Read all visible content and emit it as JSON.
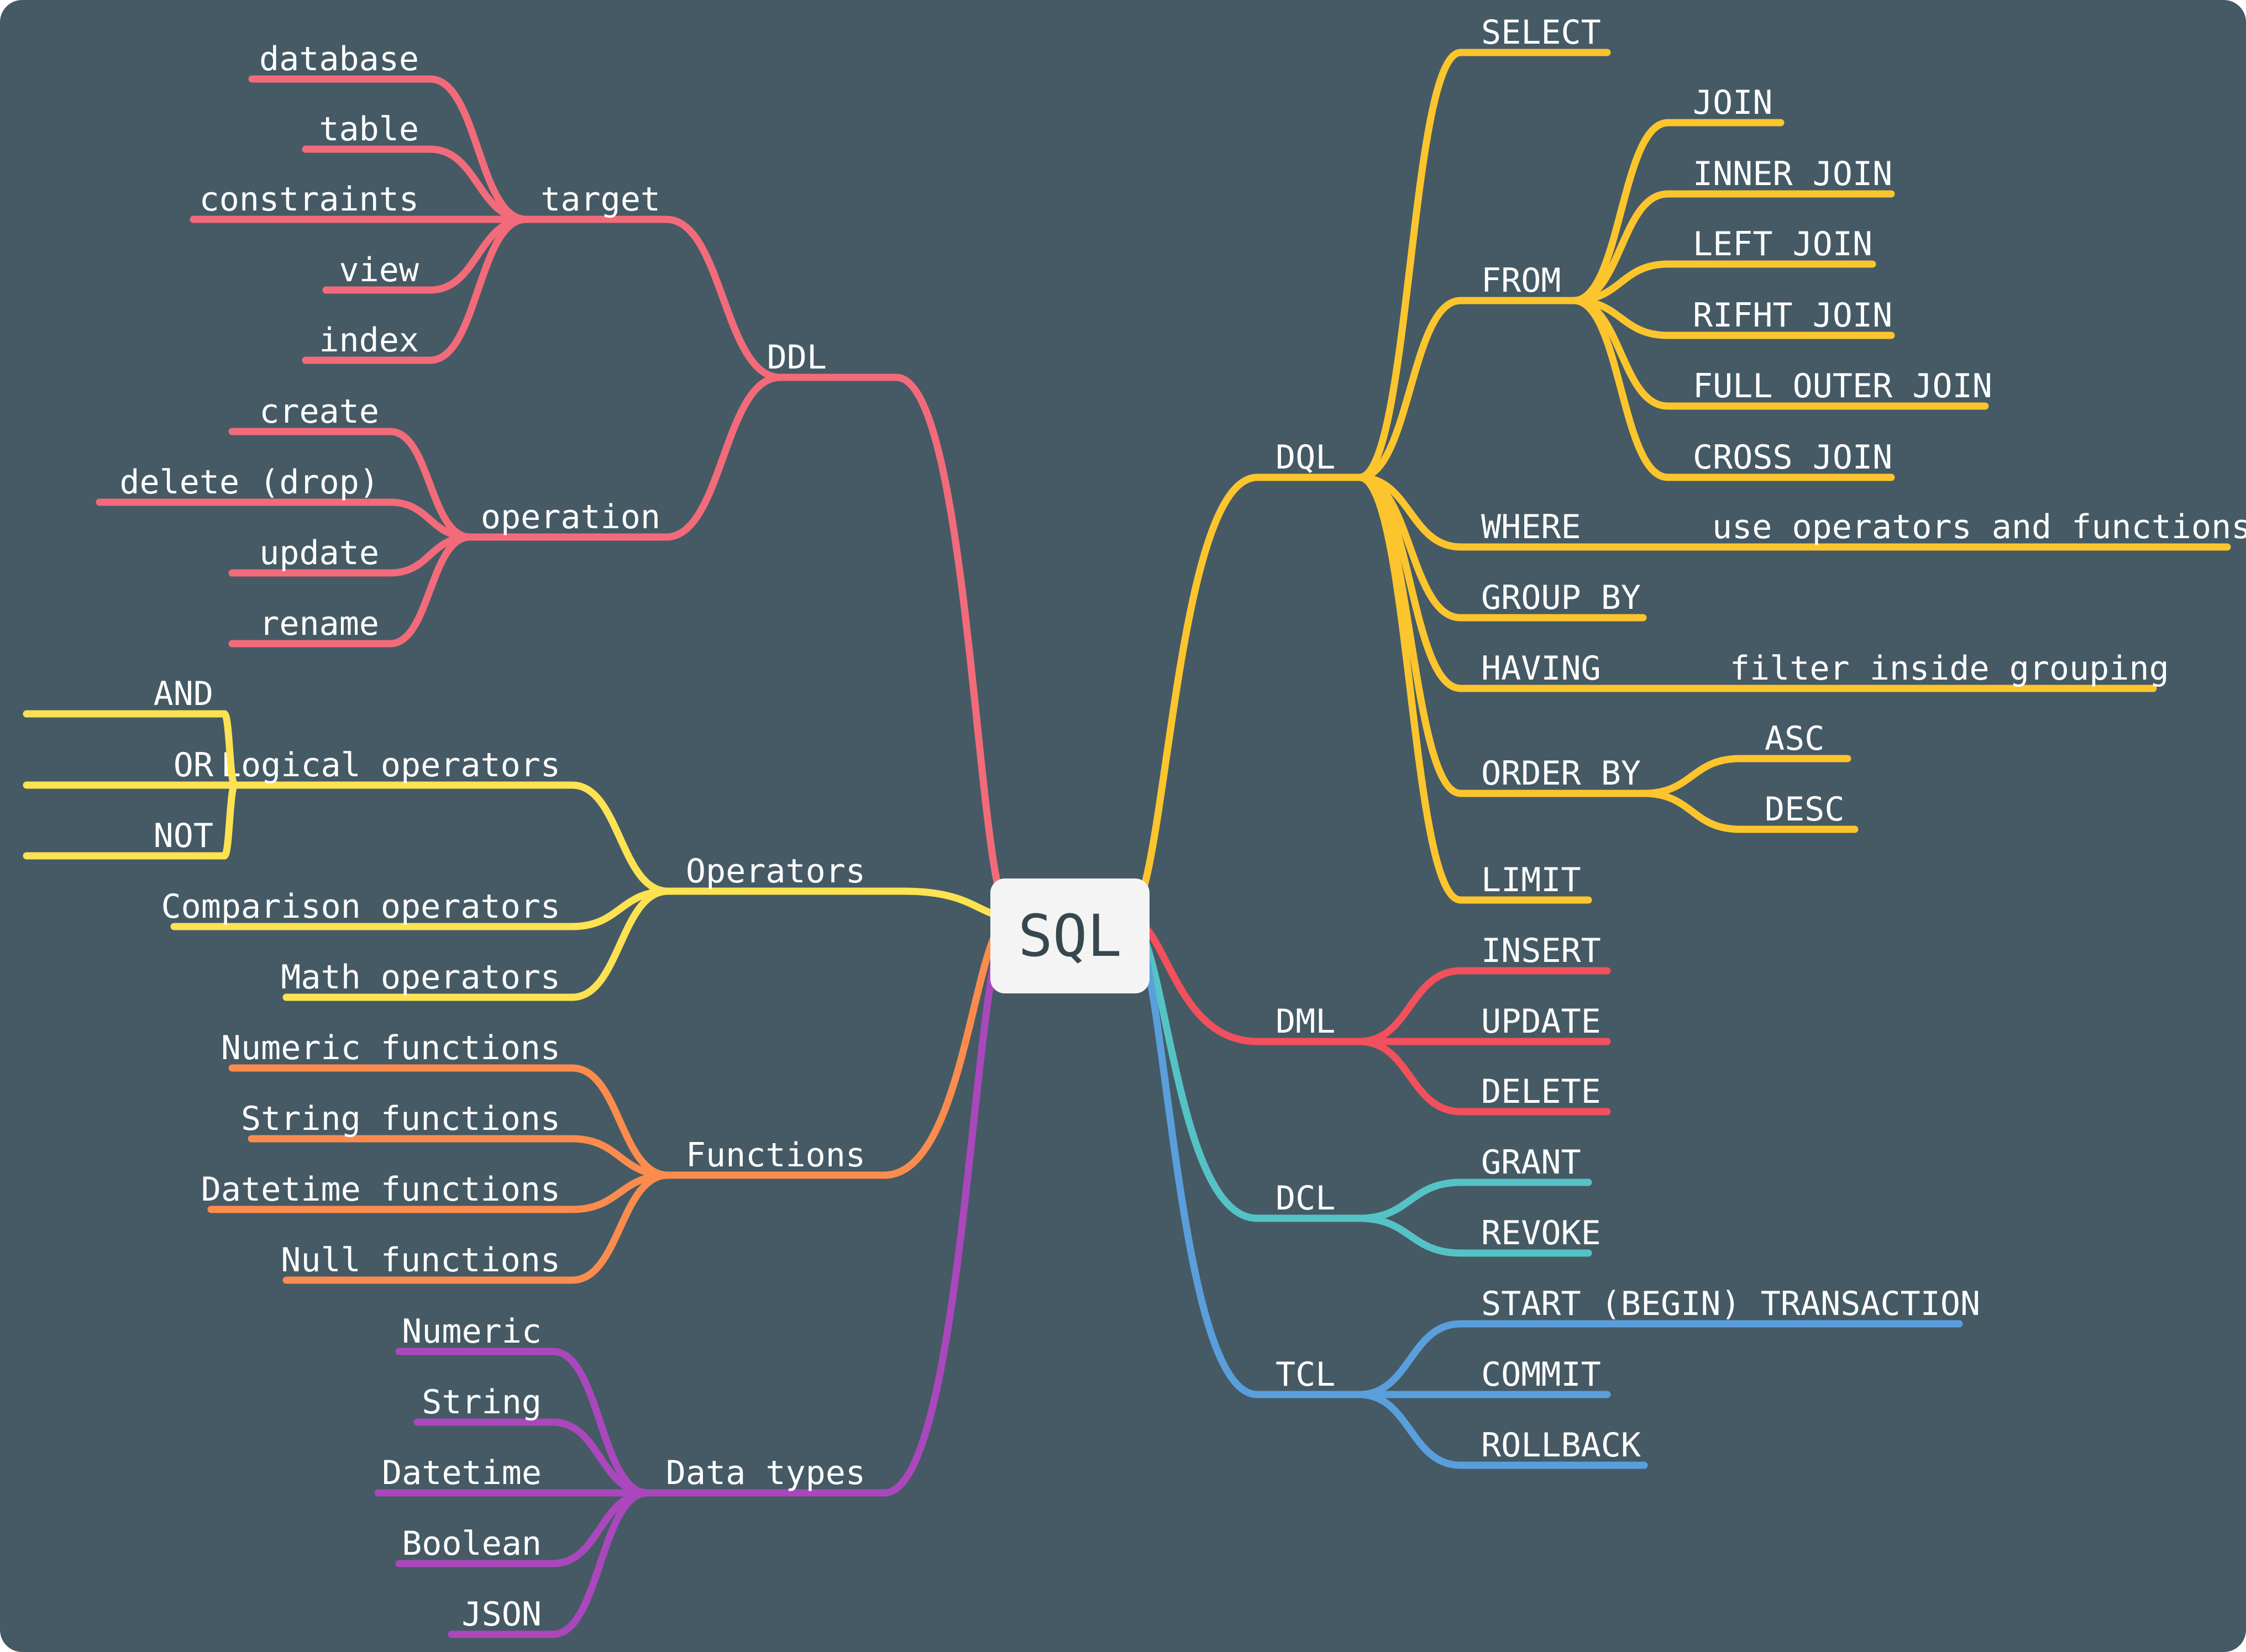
{
  "root": "SQL",
  "colors": {
    "background": "#455a64",
    "DDL": "#f36b7a",
    "Operators": "#fde252",
    "Functions": "#fb8c4d",
    "Data types": "#ab47bc",
    "DQL": "#fcc52d",
    "DML": "#f2505d",
    "DCL": "#55c3c6",
    "TCL": "#5a9fdc"
  },
  "branches": [
    {
      "label": "DDL",
      "color_key": "DDL",
      "side": "left",
      "children": [
        {
          "label": "target",
          "children": [
            {
              "label": "database"
            },
            {
              "label": "table"
            },
            {
              "label": "constraints"
            },
            {
              "label": "view"
            },
            {
              "label": "index"
            }
          ]
        },
        {
          "label": "operation",
          "children": [
            {
              "label": "create"
            },
            {
              "label": "delete (drop)"
            },
            {
              "label": "update"
            },
            {
              "label": "rename"
            }
          ]
        }
      ]
    },
    {
      "label": "Operators",
      "color_key": "Operators",
      "side": "left",
      "children": [
        {
          "label": "Logical operators",
          "children": [
            {
              "label": "AND"
            },
            {
              "label": "OR"
            },
            {
              "label": "NOT"
            }
          ]
        },
        {
          "label": "Comparison operators"
        },
        {
          "label": "Math operators"
        }
      ]
    },
    {
      "label": "Functions",
      "color_key": "Functions",
      "side": "left",
      "children": [
        {
          "label": "Numeric functions"
        },
        {
          "label": "String functions"
        },
        {
          "label": "Datetime functions"
        },
        {
          "label": "Null functions"
        }
      ]
    },
    {
      "label": "Data types",
      "color_key": "Data types",
      "side": "left",
      "children": [
        {
          "label": "Numeric"
        },
        {
          "label": "String"
        },
        {
          "label": "Datetime"
        },
        {
          "label": "Boolean"
        },
        {
          "label": "JSON"
        }
      ]
    },
    {
      "label": "DQL",
      "color_key": "DQL",
      "side": "right",
      "children": [
        {
          "label": "SELECT"
        },
        {
          "label": "FROM",
          "children": [
            {
              "label": "JOIN"
            },
            {
              "label": "INNER JOIN"
            },
            {
              "label": "LEFT JOIN"
            },
            {
              "label": "RIFHT JOIN"
            },
            {
              "label": "FULL OUTER JOIN"
            },
            {
              "label": "CROSS JOIN"
            }
          ]
        },
        {
          "label": "WHERE",
          "children": [
            {
              "label": "use operators and functions"
            }
          ]
        },
        {
          "label": "GROUP BY"
        },
        {
          "label": "HAVING",
          "children": [
            {
              "label": "filter inside grouping"
            }
          ]
        },
        {
          "label": "ORDER BY",
          "children": [
            {
              "label": "ASC"
            },
            {
              "label": "DESC"
            }
          ]
        },
        {
          "label": "LIMIT"
        }
      ]
    },
    {
      "label": "DML",
      "color_key": "DML",
      "side": "right",
      "children": [
        {
          "label": "INSERT"
        },
        {
          "label": "UPDATE"
        },
        {
          "label": "DELETE"
        }
      ]
    },
    {
      "label": "DCL",
      "color_key": "DCL",
      "side": "right",
      "children": [
        {
          "label": "GRANT"
        },
        {
          "label": "REVOKE"
        }
      ]
    },
    {
      "label": "TCL",
      "color_key": "TCL",
      "side": "right",
      "children": [
        {
          "label": "START (BEGIN) TRANSACTION"
        },
        {
          "label": "COMMIT"
        },
        {
          "label": "ROLLBACK"
        }
      ]
    }
  ]
}
